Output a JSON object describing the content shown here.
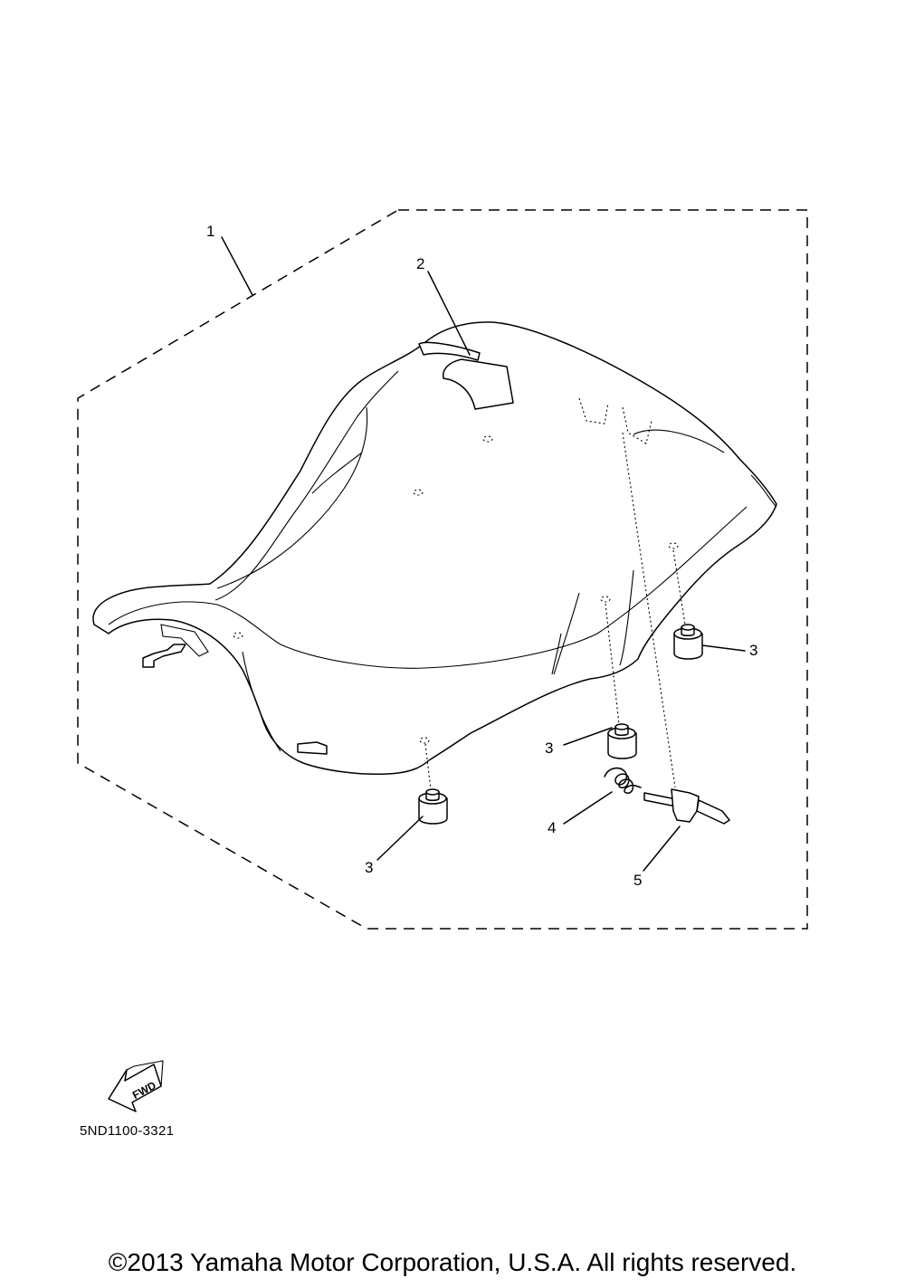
{
  "diagram": {
    "callouts": {
      "seat": "1",
      "strap": "2",
      "damper_rear_right": "3",
      "damper_mid": "3",
      "damper_front": "3",
      "spring": "4",
      "lock_pin": "5"
    },
    "fwd_label": "FWD",
    "diagram_code": "5ND1100-3321"
  },
  "footer": {
    "copyright": "©2013 Yamaha Motor Corporation, U.S.A. All rights reserved."
  },
  "icons": [
    "fwd-arrow-icon"
  ]
}
